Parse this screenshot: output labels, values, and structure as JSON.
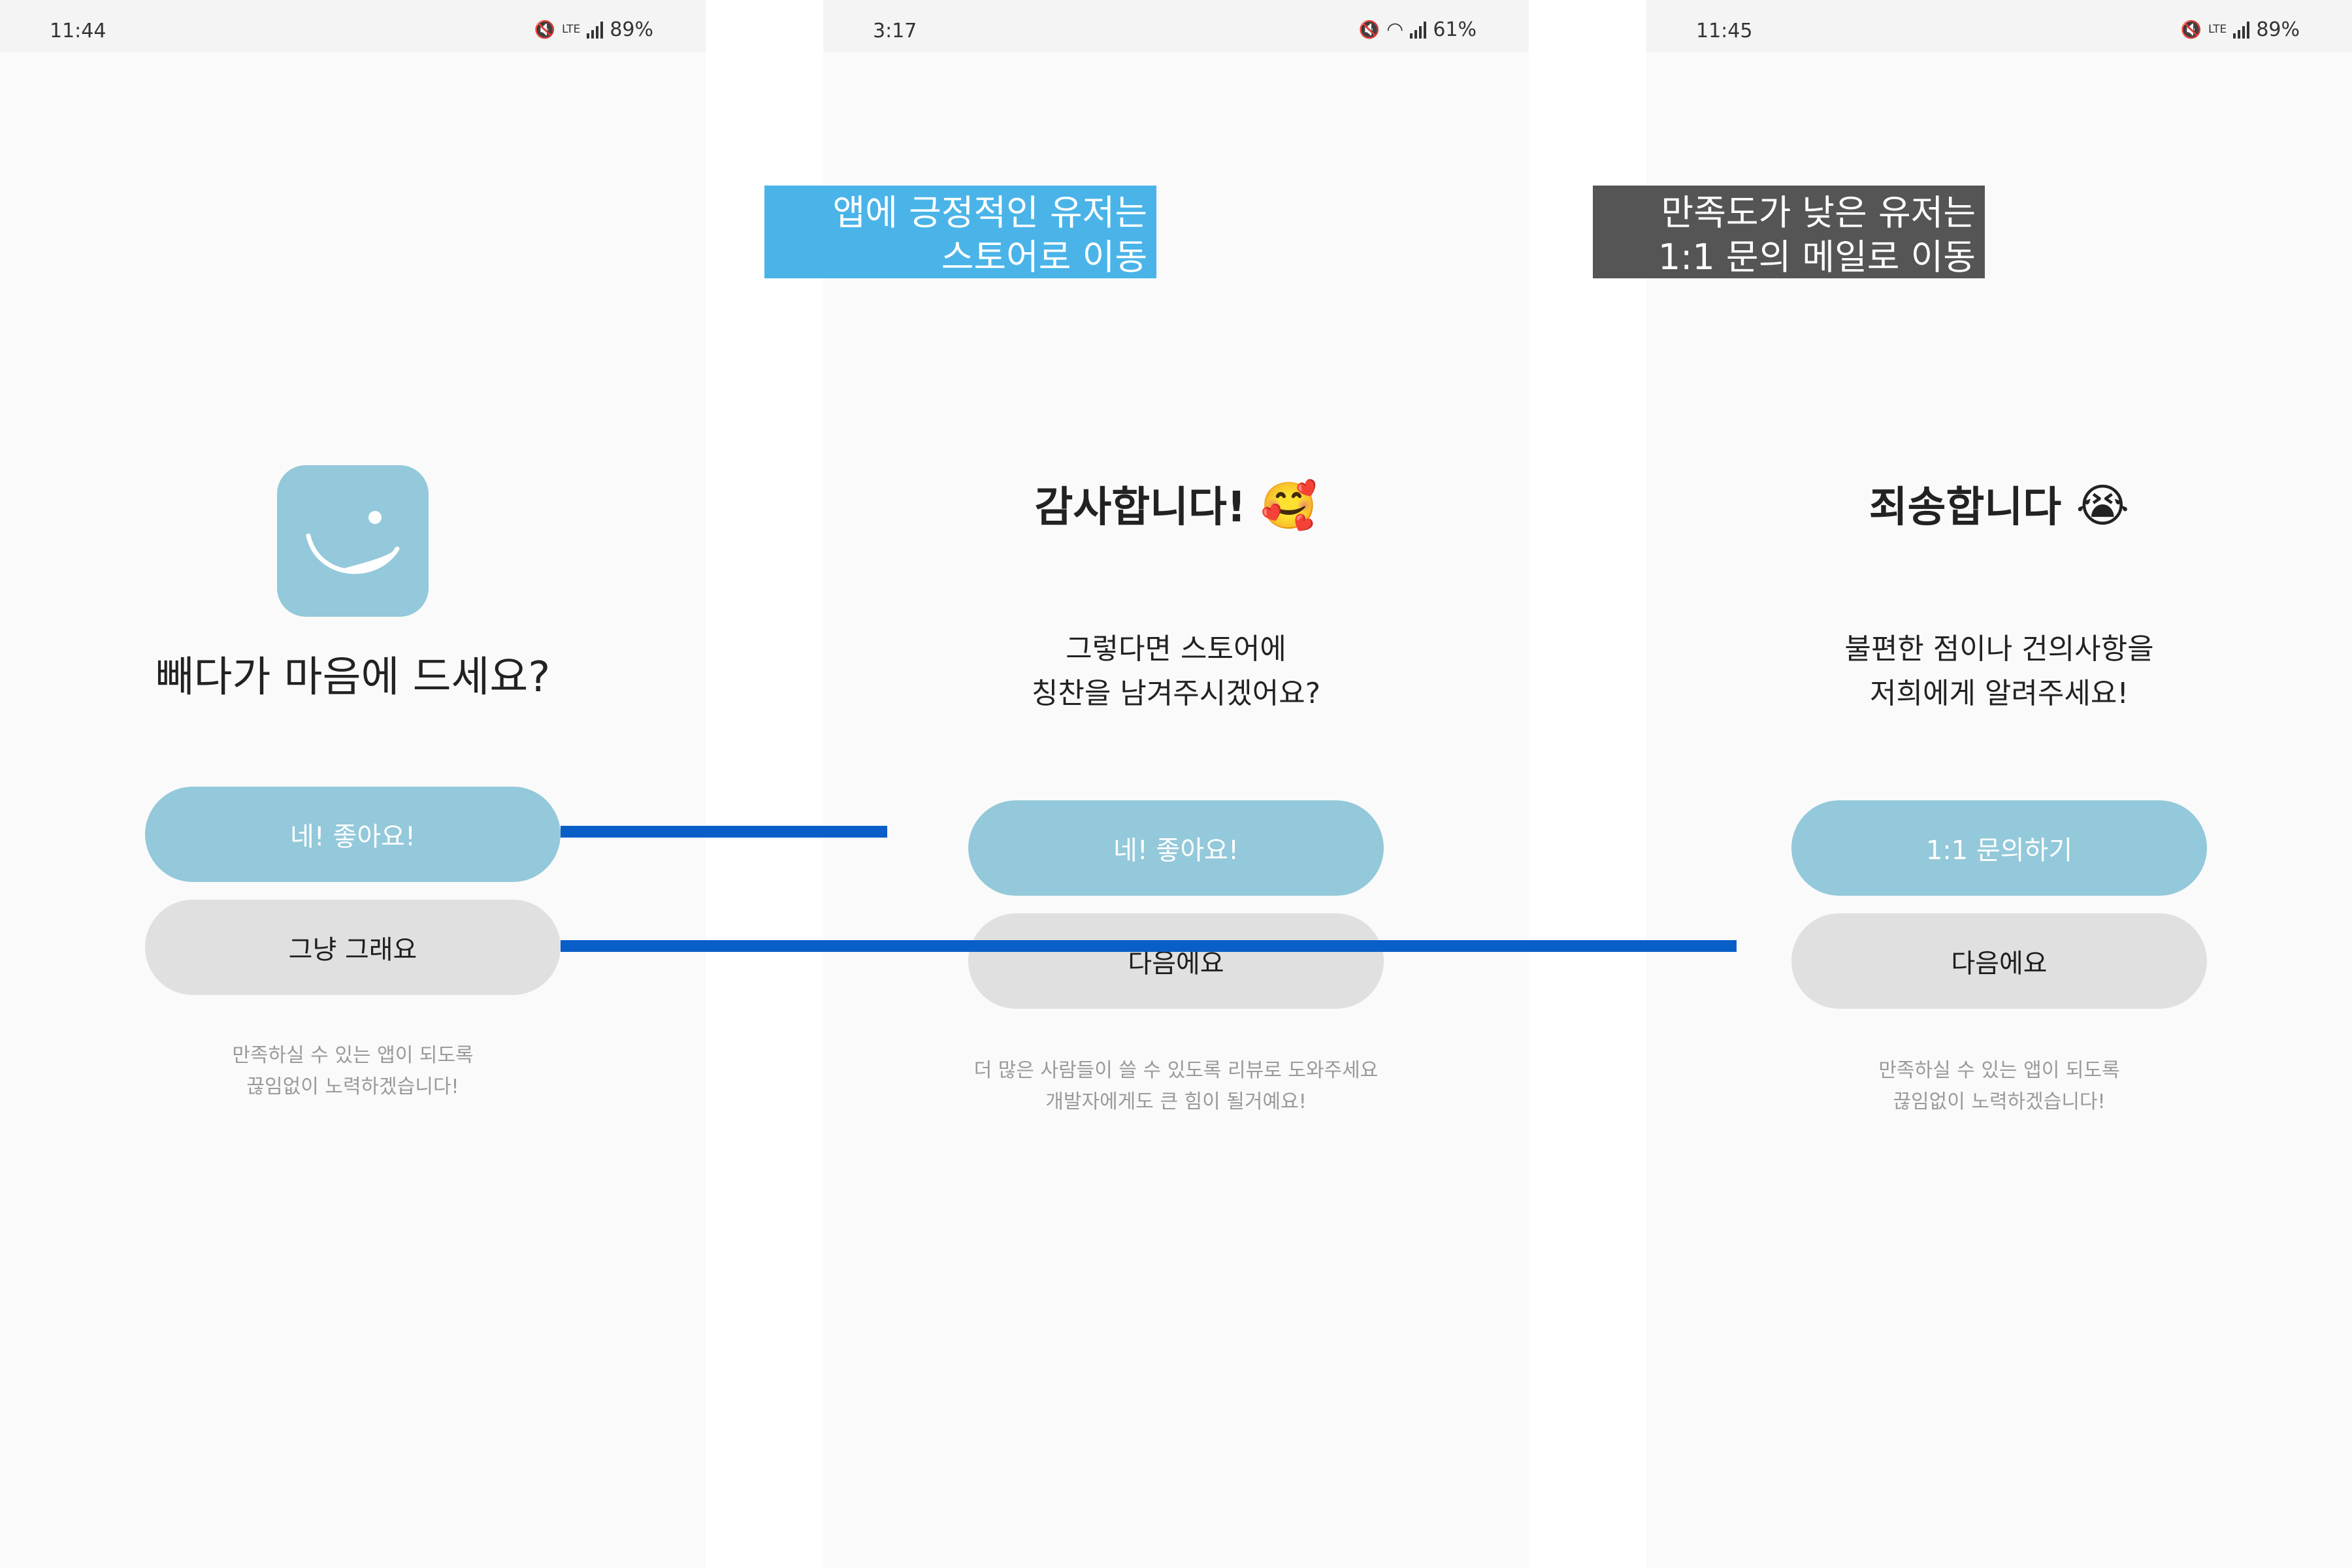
{
  "screens": [
    {
      "status": {
        "time": "11:44",
        "network": "LTE",
        "battery": "89%"
      },
      "title": "빼다가 마음에 드세요?",
      "buttons": {
        "primary": "네! 좋아요!",
        "secondary": "그냥 그래요"
      },
      "footer": [
        "만족하실 수 있는 앱이 되도록",
        "끊임없이 노력하겠습니다!"
      ]
    },
    {
      "status": {
        "time": "3:17",
        "battery": "61%"
      },
      "title": "감사합니다!",
      "title_emoji": "🥰",
      "subtitle": [
        "그렇다면 스토어에",
        "칭찬을 남겨주시겠어요?"
      ],
      "buttons": {
        "primary": "네! 좋아요!",
        "secondary": "다음에요"
      },
      "footer": [
        "더 많은 사람들이 쓸 수 있도록 리뷰로 도와주세요",
        "개발자에게도 큰 힘이 될거예요!"
      ]
    },
    {
      "status": {
        "time": "11:45",
        "network": "LTE",
        "battery": "89%"
      },
      "title": "죄송합니다",
      "title_emoji": "😭",
      "subtitle": [
        "불편한 점이나 건의사항을",
        "저희에게 알려주세요!"
      ],
      "buttons": {
        "primary": "1:1 문의하기",
        "secondary": "다음에요"
      },
      "footer": [
        "만족하실 수 있는 앱이 되도록",
        "끊임없이 노력하겠습니다!"
      ]
    }
  ],
  "captions": {
    "positive": [
      "앱에 긍정적인 유저는",
      "스토어로 이동"
    ],
    "negative": [
      "만족도가 낮은 유저는",
      "1:1 문의 메일로 이동"
    ]
  },
  "colors": {
    "button_primary": "#93c9da",
    "button_secondary": "#e0e0e0",
    "caption_positive": "#4ab4e8",
    "caption_negative": "#555555",
    "connector": "#0a5ec8"
  },
  "icons": {
    "app": "smile-logo-icon",
    "mute": "mute-icon",
    "signal": "signal-icon",
    "wifi": "wifi-icon"
  }
}
